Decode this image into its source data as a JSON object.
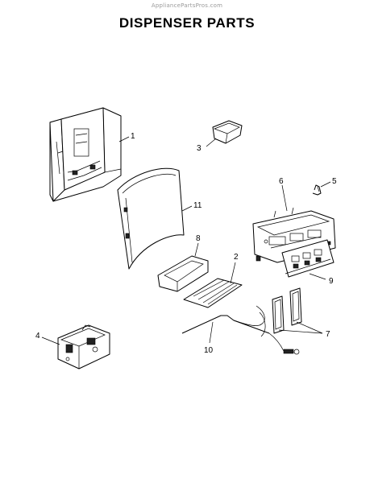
{
  "watermark": "AppliancePartsPros.com",
  "title": "DISPENSER PARTS",
  "callouts": {
    "c1": "1",
    "c2": "2",
    "c3": "3",
    "c4": "4",
    "c5": "5",
    "c6": "6",
    "c7": "7",
    "c8": "8",
    "c9": "9",
    "c10": "10",
    "c11": "11"
  }
}
